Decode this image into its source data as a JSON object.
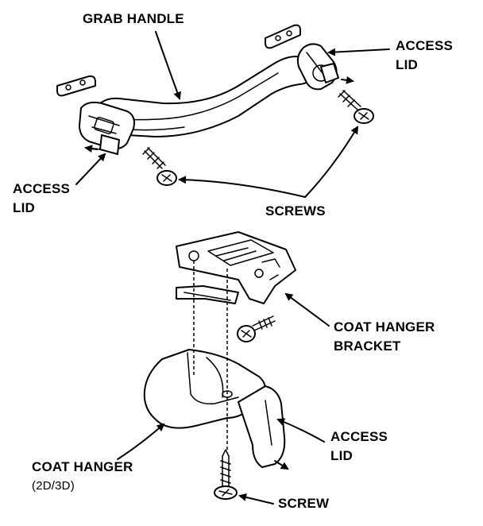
{
  "labels": {
    "grab_handle": "GRAB HANDLE",
    "access_lid_top_right_1": "ACCESS",
    "access_lid_top_right_2": "LID",
    "access_lid_left_1": "ACCESS",
    "access_lid_left_2": "LID",
    "screws": "SCREWS",
    "bracket_1": "COAT HANGER",
    "bracket_2": "BRACKET",
    "access_lid_bottom_1": "ACCESS",
    "access_lid_bottom_2": "LID",
    "coat_hanger": "COAT HANGER",
    "coat_hanger_variant": "(2D/3D)",
    "screw": "SCREW"
  },
  "colors": {
    "ink": "#000000",
    "paper": "#ffffff"
  }
}
